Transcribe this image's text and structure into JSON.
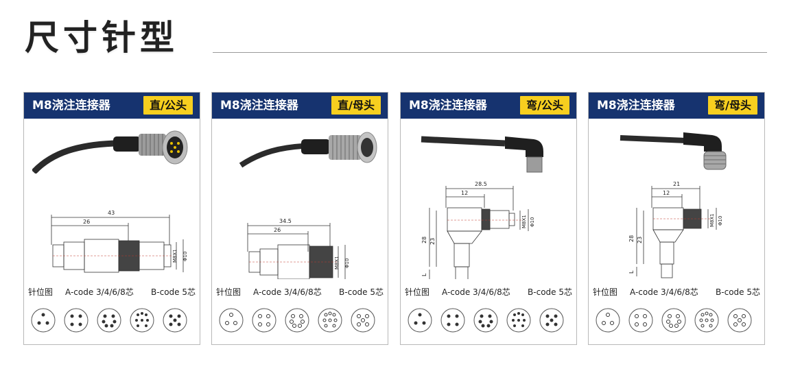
{
  "page": {
    "title": "尺寸针型"
  },
  "cards": [
    {
      "title": "M8浇注连接器",
      "badge": "直/公头",
      "dims": {
        "overall": "43",
        "body": "26",
        "thread": "M8X1",
        "diameter": "Φ10"
      },
      "pin_label": "针位图",
      "a_code_label": "A-code 3/4/6/8芯",
      "b_code_label": "B-code 5芯"
    },
    {
      "title": "M8浇注连接器",
      "badge": "直/母头",
      "dims": {
        "overall": "34.5",
        "body": "26",
        "thread": "M8X1",
        "diameter": "Φ10"
      },
      "pin_label": "针位图",
      "a_code_label": "A-code 3/4/6/8芯",
      "b_code_label": "B-code 5芯"
    },
    {
      "title": "M8浇注连接器",
      "badge": "弯/公头",
      "dims": {
        "overall": "28.5",
        "body": "12",
        "thread": "M8X1",
        "diameter": "Φ10",
        "height": "28",
        "height2": "23",
        "length": "L"
      },
      "pin_label": "针位图",
      "a_code_label": "A-code 3/4/6/8芯",
      "b_code_label": "B-code 5芯"
    },
    {
      "title": "M8浇注连接器",
      "badge": "弯/母头",
      "dims": {
        "overall": "21",
        "body": "12",
        "thread": "M8X1",
        "diameter": "Φ10",
        "height": "28",
        "height2": "23",
        "length": "L"
      },
      "pin_label": "针位图",
      "a_code_label": "A-code 3/4/6/8芯",
      "b_code_label": "B-code 5芯"
    }
  ],
  "colors": {
    "header_bg": "#16336f",
    "badge_bg": "#f7cf1f",
    "card_border": "#b8b8b8"
  }
}
